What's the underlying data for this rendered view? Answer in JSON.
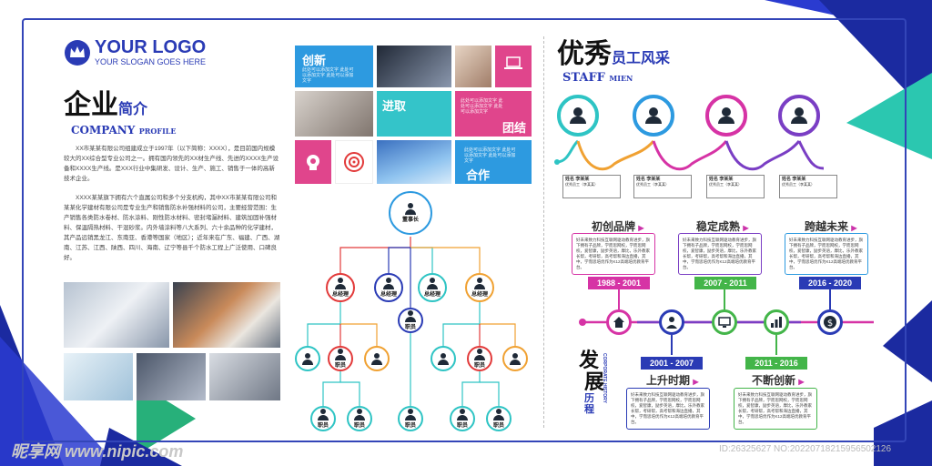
{
  "logo": {
    "name": "YOUR LOGO",
    "slogan": "YOUR SLOGAN GOES HERE"
  },
  "company": {
    "title_a": "企业",
    "title_b": "简介",
    "subtitle": "COMPANY",
    "subtitle_small": "PROFILE",
    "para1": "XX市某某有限公司组建成立于1997年（以下简称：XXXX），是目前国内规模较大的XX综合型专业公司之一。拥有国内领先的XX材生产线、先进的XXXX生产设备和XXXX生产线。是XXX行业中集研发、设计、生产、施工、销售于一体的高新技术企业。",
    "para2": "XXXX某某旗下拥有六个直属公司和多个分支机构，其中XX市某某有限公司和某某化学建材有限公司是专业生产和销售防水补强材料的公司，主要经营范围：生产销售各类防水卷材、防水涂料、刚性防水材料、密封堵漏材料、建筑加固补强材料、保温隔热材料、干混砂浆。内外墙涂料等八大系列、六十余品种的化学建材，其产品远销黑龙江、东南亚、香港等国家（地区）；近年来在广东、福建、广西、湖南、江苏、江西、陕西、四川、海南、辽宁等县千个防水工程上广泛使用、口碑良好。"
  },
  "tiles": {
    "innovate": "创新",
    "progress": "进取",
    "unity": "团结",
    "cooperate": "合作",
    "filler": "此处可以添加文字 此处可以添加文字 此处可以添加文字"
  },
  "org": {
    "chairman": "董事长",
    "gm": "总经理",
    "staff": "职员"
  },
  "staff": {
    "title_a": "优秀",
    "title_b": "员工风采",
    "sub_a": "STAFF",
    "sub_b": "MIEN",
    "cards": [
      {
        "name": "姓名 李某某",
        "role": "优秀员工（李某某）"
      },
      {
        "name": "姓名 李某某",
        "role": "优秀员工（李某某）"
      },
      {
        "name": "姓名 李某某",
        "role": "优秀员工（李某某）"
      },
      {
        "name": "姓名 李某某",
        "role": "优秀员工（李某某）"
      }
    ]
  },
  "history": {
    "title_a": "发",
    "title_b": "展",
    "title_c": "历程",
    "title_en": "CORPORATE HISTORY",
    "phases_top": [
      "初创品牌",
      "稳定成熟",
      "跨越未来"
    ],
    "phases_bottom": [
      "上升时期",
      "不断创新"
    ],
    "years_top": [
      "1988 - 2001",
      "2007 - 2011",
      "2016 - 2020"
    ],
    "years_bottom": [
      "2001 - 2007",
      "2011 - 2016"
    ],
    "box_text": "好未来致力科技互联网驱动教育进步，旗下拥有子品牌，学而思网校，学而思网校，爱智康，励步英语，摩比，乐外教家长帮，考研帮，高考帮和海边直播，其中，学而思培优作为K12高端培优教育平台。"
  },
  "watermark": {
    "left": "昵享网 www.nipic.com",
    "right": "ID:26325627 NO:20220718215956502126"
  },
  "colors": {
    "blue": "#2a3bb5",
    "cyan": "#2ec4c4",
    "green": "#43b549",
    "magenta": "#d633a5",
    "purple": "#7a3ec4",
    "orange": "#f0a132",
    "red": "#e23a3a",
    "pink": "#ef4a7a"
  }
}
